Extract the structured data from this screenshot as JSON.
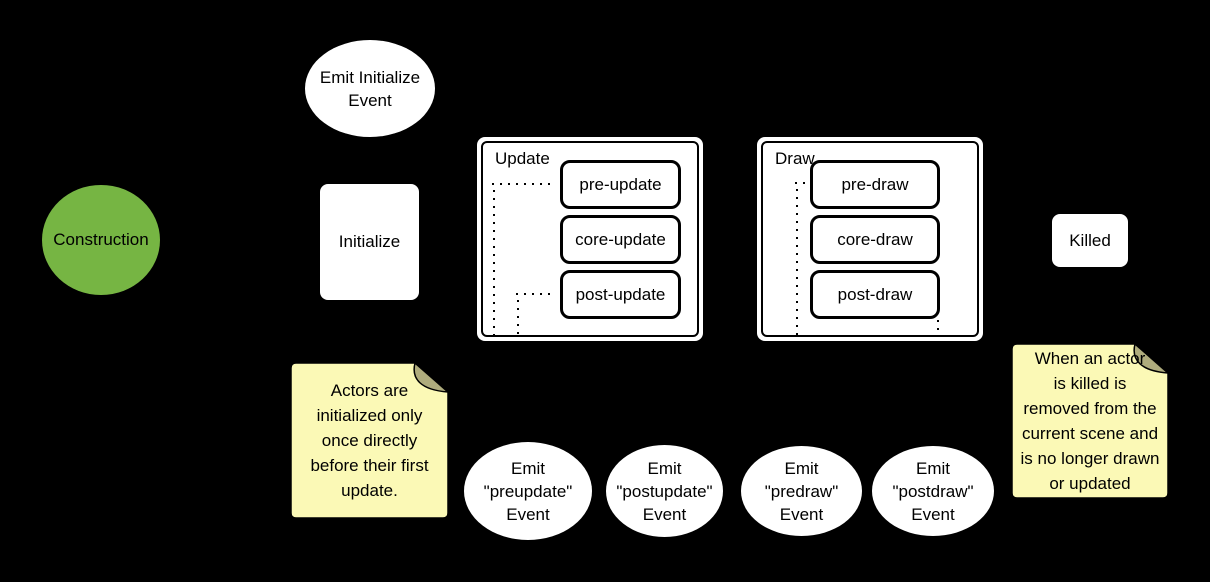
{
  "diagram": {
    "background": "#000000",
    "colors": {
      "construction_fill": "#76B543",
      "shape_fill": "#FFFFFF",
      "stroke": "#000000",
      "note_fill": "#FBF9B6",
      "note_fold": "#AFAC7D"
    },
    "nodes": {
      "construction": {
        "label": "Construction"
      },
      "emit_initialize_event": {
        "line1": "Emit Initialize",
        "line2": "Event"
      },
      "initialize": {
        "label": "Initialize"
      },
      "update_phase": {
        "label": "Update",
        "steps": [
          "pre-update",
          "core-update",
          "post-update"
        ]
      },
      "draw_phase": {
        "label": "Draw",
        "steps": [
          "pre-draw",
          "core-draw",
          "post-draw"
        ]
      },
      "killed": {
        "label": "Killed"
      },
      "emit_preupdate_event": {
        "line1": "Emit",
        "line2": "\"preupdate\"",
        "line3": "Event"
      },
      "emit_postupdate_event": {
        "line1": "Emit",
        "line2": "\"postupdate\"",
        "line3": "Event"
      },
      "emit_predraw_event": {
        "line1": "Emit",
        "line2": "\"predraw\"",
        "line3": "Event"
      },
      "emit_postdraw_event": {
        "line1": "Emit",
        "line2": "\"postdraw\"",
        "line3": "Event"
      }
    },
    "notes": {
      "initialize_note": {
        "lines": [
          "Actors are",
          "initialized only",
          "once directly",
          "before their first",
          "update."
        ]
      },
      "killed_note": {
        "lines": [
          "When an actor",
          "is killed is",
          "removed from the",
          "current scene and",
          "is no longer drawn",
          "or updated"
        ]
      }
    }
  }
}
